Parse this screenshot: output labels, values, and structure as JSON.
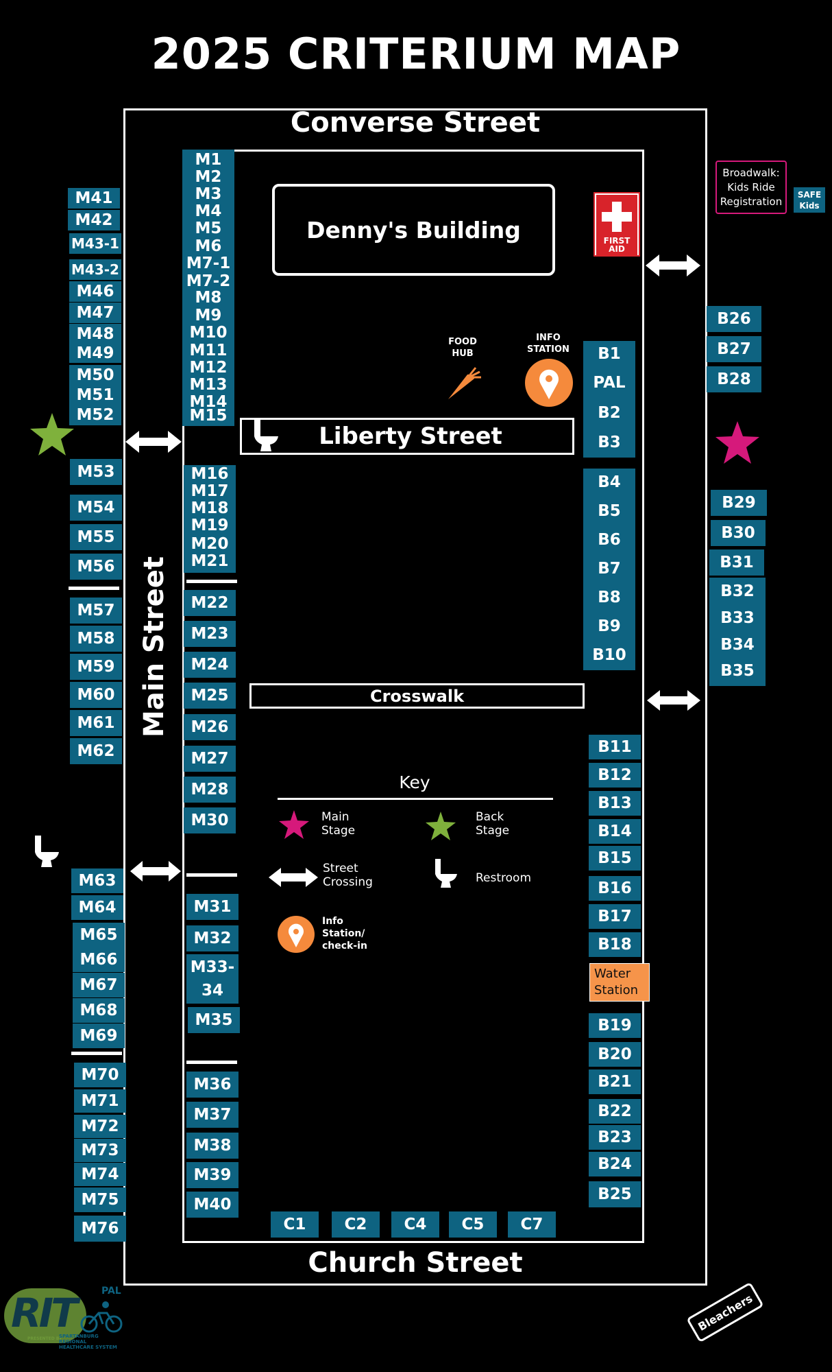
{
  "title": "2025 CRITERIUM MAP",
  "streets": {
    "top": "Converse Street",
    "left": "Main Street",
    "middle": "Liberty Street",
    "bottom": "Church Street"
  },
  "building": "Denny's Building",
  "crosswalk": "Crosswalk",
  "first_aid": {
    "line1": "FIRST",
    "line2": "AID"
  },
  "food_hub": {
    "line1": "FOOD",
    "line2": "HUB"
  },
  "info_station": {
    "line1": "INFO",
    "line2": "STATION"
  },
  "broadwalk": {
    "line1": "Broadwalk:",
    "line2": "Kids Ride",
    "line3": "Registration"
  },
  "safe_kids": {
    "line1": "SAFE",
    "line2": "Kids"
  },
  "water_station": {
    "line1": "Water",
    "line2": "Station"
  },
  "bleachers": "Bleachers",
  "logo": {
    "text": "RIT",
    "sub": "PAL",
    "tag1": "SPARTANBURG REGIONAL",
    "tag2": "HEALTHCARE SYSTEM",
    "presented": "PRESENTED BY"
  },
  "key": {
    "title": "Key",
    "main_stage": {
      "line1": "Main",
      "line2": "Stage"
    },
    "back_stage": {
      "line1": "Back",
      "line2": "Stage"
    },
    "crossing": {
      "line1": "Street",
      "line2": "Crossing"
    },
    "restroom": "Restroom",
    "info": {
      "line1": "Info",
      "line2": "Station/",
      "line3": "check-in"
    }
  },
  "colors": {
    "spot": "#0e6381",
    "main_stage": "#d6197b",
    "back_stage": "#7fb13c",
    "info": "#f58a3c",
    "water": "#f6944a",
    "first_aid": "#d8232a"
  },
  "col_m1": [
    "M1",
    "M2",
    "M3",
    "M4",
    "M5",
    "M6",
    "M7-1",
    "M7-2",
    "M8",
    "M9",
    "M10",
    "M11",
    "M12",
    "M13",
    "M14",
    "M15"
  ],
  "col_m16": [
    "M16",
    "M17",
    "M18",
    "M19",
    "M20",
    "M21"
  ],
  "inner_m": [
    "M22",
    "M23",
    "M24",
    "M25",
    "M26",
    "M27",
    "M28",
    "M30",
    "M31",
    "M32",
    "M35",
    "M36",
    "M37",
    "M38",
    "M39",
    "M40"
  ],
  "m33": {
    "line1": "M33-",
    "line2": "34"
  },
  "outer_m_top": [
    "M41",
    "M42",
    "M43-1",
    "M43-2",
    "M46",
    "M47",
    "M48",
    "M49",
    "M50",
    "M51",
    "M52"
  ],
  "outer_m_mid": [
    "M53",
    "M54",
    "M55",
    "M56",
    "M57",
    "M58",
    "M59",
    "M60",
    "M61",
    "M62"
  ],
  "outer_m_low": [
    "M63",
    "M64",
    "M65",
    "M66",
    "M67",
    "M68",
    "M69",
    "M70",
    "M71",
    "M72",
    "M73",
    "M74",
    "M75",
    "M76"
  ],
  "col_b1": [
    "B1",
    "PAL",
    "B2",
    "B3"
  ],
  "col_b4": [
    "B4",
    "B5",
    "B6",
    "B7",
    "B8",
    "B9",
    "B10"
  ],
  "col_b11": [
    "B11",
    "B12",
    "B13",
    "B14",
    "B15",
    "B16",
    "B17",
    "B18"
  ],
  "col_b19": [
    "B19",
    "B20",
    "B21",
    "B22",
    "B23",
    "B24",
    "B25"
  ],
  "outer_b": [
    "B26",
    "B27",
    "B28",
    "B29",
    "B30",
    "B31",
    "B32",
    "B33",
    "B34",
    "B35"
  ],
  "c_spots": [
    "C1",
    "C2",
    "C4",
    "C5",
    "C7"
  ]
}
